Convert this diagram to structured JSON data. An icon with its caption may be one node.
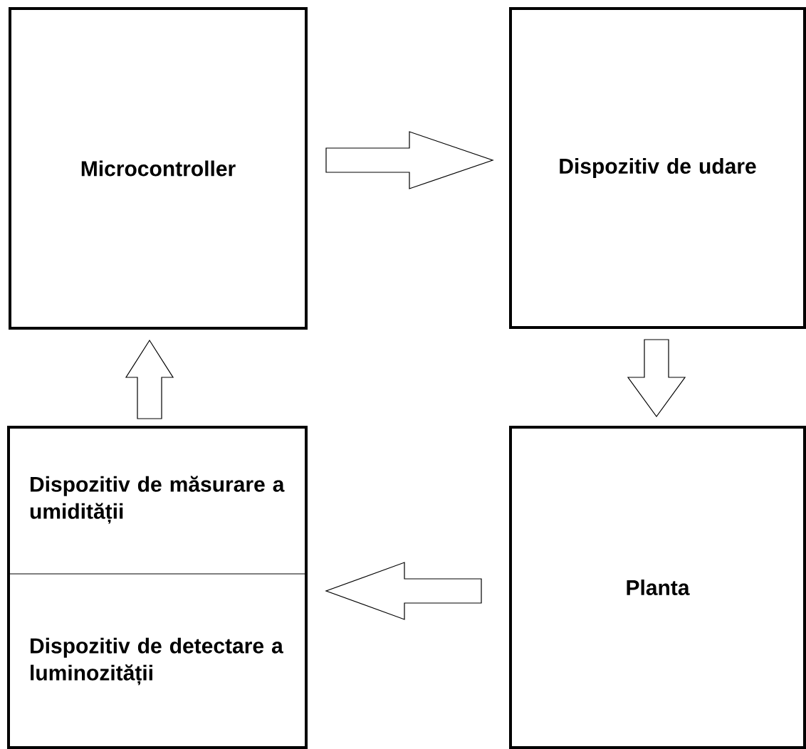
{
  "diagram": {
    "nodes": [
      {
        "text": [
          "Microcontroller"
        ]
      },
      {
        "text": [
          "Dispozitiv de udare"
        ]
      },
      {
        "text": [
          "Planta"
        ]
      },
      {
        "text": [],
        "shape": "box"
      },
      {
        "text": [
          "Dispozitiv de măsurare a umidității"
        ],
        "in": 3
      },
      {
        "text": [
          "Dispozitiv de detectare a luminozității"
        ],
        "in": 3
      }
    ],
    "edges": [
      {
        "from": 0,
        "to": 1,
        "arrow": "to"
      },
      {
        "from": 1,
        "to": 2,
        "arrow": "to"
      },
      {
        "from": 2,
        "to": 3,
        "arrow": "to"
      },
      {
        "from": 3,
        "to": 0,
        "arrow": "to"
      }
    ]
  }
}
